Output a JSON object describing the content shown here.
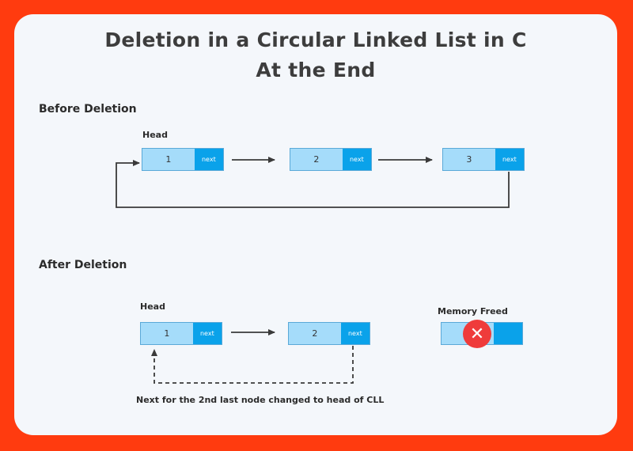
{
  "title": {
    "line1": "Deletion in a Circular Linked List in C",
    "line2": "At the End"
  },
  "before": {
    "section_label": "Before Deletion",
    "head_label": "Head",
    "nodes": [
      {
        "value": "1",
        "next_label": "next"
      },
      {
        "value": "2",
        "next_label": "next"
      },
      {
        "value": "3",
        "next_label": "next"
      }
    ]
  },
  "after": {
    "section_label": "After Deletion",
    "head_label": "Head",
    "nodes": [
      {
        "value": "1",
        "next_label": "next"
      },
      {
        "value": "2",
        "next_label": "next"
      }
    ],
    "freed_label": "Memory Freed",
    "caption": "Next for the 2nd last node changed to head of CLL"
  },
  "colors": {
    "background": "#ff3b0f",
    "card": "#f4f7fb",
    "node_data": "#a5dcfa",
    "node_next": "#0aa2ea",
    "freed_marker": "#ef3b3b"
  },
  "icons": {
    "freed_marker": "close-icon"
  }
}
